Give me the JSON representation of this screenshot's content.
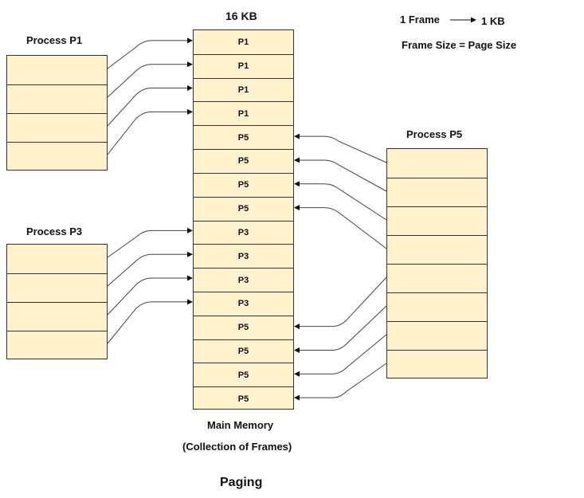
{
  "memory": {
    "title": "16 KB",
    "caption_line1": "Main Memory",
    "caption_line2": "(Collection of Frames)",
    "frames": [
      "P1",
      "P1",
      "P1",
      "P1",
      "P5",
      "P5",
      "P5",
      "P5",
      "P3",
      "P3",
      "P3",
      "P3",
      "P5",
      "P5",
      "P5",
      "P5"
    ]
  },
  "legend": {
    "frame_label": "1 Frame",
    "frame_value": "1 KB",
    "size_note": "Frame Size = Page Size"
  },
  "processes": {
    "p1": {
      "label": "Process P1",
      "pages": 4
    },
    "p3": {
      "label": "Process P3",
      "pages": 4
    },
    "p5": {
      "label": "Process P5",
      "pages": 8
    }
  },
  "mappings": {
    "p1": [
      0,
      1,
      2,
      3
    ],
    "p3": [
      8,
      9,
      10,
      11
    ],
    "p5": [
      4,
      5,
      6,
      7,
      12,
      13,
      14,
      15
    ]
  },
  "footer": {
    "title": "Paging"
  }
}
